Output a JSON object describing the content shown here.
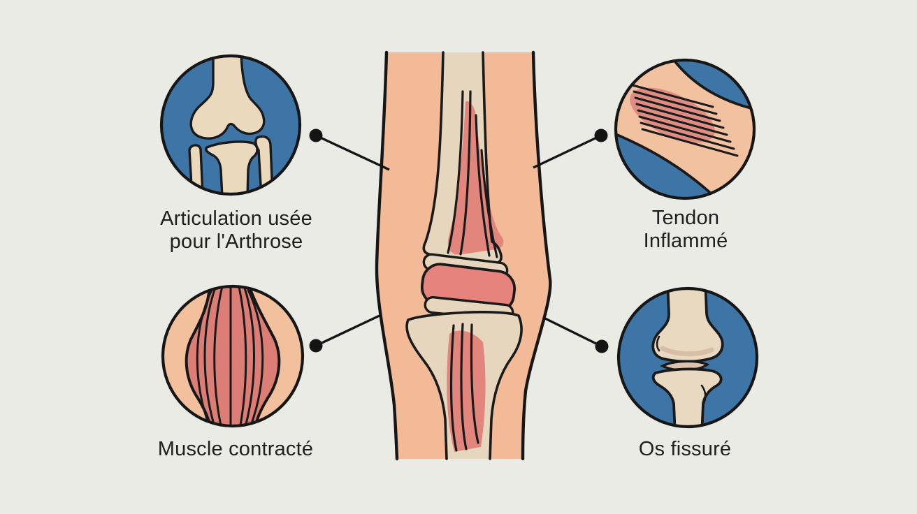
{
  "figure_type": "medical-infographic",
  "language": "fr",
  "colors": {
    "background": "#ebebe6",
    "outline": "#191919",
    "circle_blue": "#3e75a7",
    "skin": "#f2ba97",
    "skin_light": "#f3c09e",
    "bone_cream": "#e8d8bd",
    "bone_shadow": "#d8bea6",
    "red_inflamed": "#e5837c",
    "red_muscle": "#dc7e76",
    "text": "#1e1e1e"
  },
  "center_illustration": {
    "subject_icon": "knee-leg-cross-section"
  },
  "callouts": [
    {
      "id": "arthrose",
      "icon": "worn-joint-icon",
      "lines": [
        "Articulation usée",
        "pour l'Arthrose"
      ]
    },
    {
      "id": "tendon",
      "icon": "inflamed-tendon-icon",
      "lines": [
        "Tendon",
        "Inflammé"
      ]
    },
    {
      "id": "muscle",
      "icon": "contracted-muscle-icon",
      "lines": [
        "Muscle contracté"
      ]
    },
    {
      "id": "os",
      "icon": "fissured-bone-icon",
      "lines": [
        "Os fissuré"
      ]
    }
  ]
}
